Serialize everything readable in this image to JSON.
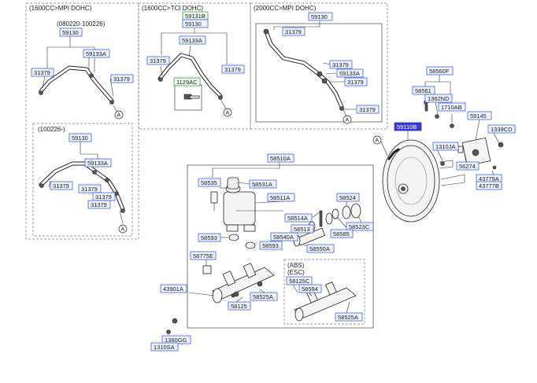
{
  "sections": {
    "s1600mpi": "(1600CC>MPI DOHC)",
    "s1600tci": "(1600CC>TCI DOHC)",
    "s2000mpi": "(2000CC>MPI DOHC)",
    "range1": "(080220-100226)",
    "range2": "(100226-)",
    "abs": "(ABS)",
    "esc": "(ESC)"
  },
  "refs": {
    "a": "A"
  },
  "colors": {
    "box_border": "#2b4fd6",
    "highlight": "#3b3bd6",
    "green_box": "#2e8b3a"
  },
  "labels": {
    "p59130_a": "59130",
    "p59133A_a": "59133A",
    "p31379_a1": "31379",
    "p31379_a2": "31379",
    "p59131B": "59131B",
    "p59130_b": "59130",
    "p59133A_b": "59133A",
    "p31379_b1": "31379",
    "p31379_b2": "31379",
    "p1129AC": "1129AC",
    "p59130_c": "59130",
    "p31379_c1": "31379",
    "p31379_c2": "31379",
    "p59133A_c": "59133A",
    "p31379_c3": "31379",
    "p31379_c4": "31379",
    "p59130_d": "59130",
    "p59133A_d": "59133A",
    "p31379_d1": "31379",
    "p31379_d2": "31379",
    "p31379_d3": "31379",
    "p31379_d4": "31379",
    "p58560F": "58560F",
    "p58561": "58561",
    "p1362ND": "1362ND",
    "p1710AB": "1710AB",
    "p59145": "59145",
    "p59110B": "59110B",
    "p1339CD": "1339CD",
    "p1310JA_r": "1310JA",
    "p56274": "56274",
    "p43779A": "43779A",
    "p43777B": "43777B",
    "p58510A": "58510A",
    "p58535": "58535",
    "p58531A": "58531A",
    "p58511A": "58511A",
    "p58524": "58524",
    "p58514A": "58514A",
    "p58523C": "58523C",
    "p58513": "58513",
    "p58585": "58585",
    "p58593_1": "58593",
    "p58540A": "58540A",
    "p58593_2": "58593",
    "p58550A": "58550A",
    "p58775E": "58775E",
    "p58125C": "58125C",
    "p58594": "58594",
    "p43901A": "43901A",
    "p58525A_1": "58525A",
    "p58125": "58125",
    "p58525A_2": "58525A",
    "p1360GG": "1360GG",
    "p1310SA": "1310SA"
  }
}
